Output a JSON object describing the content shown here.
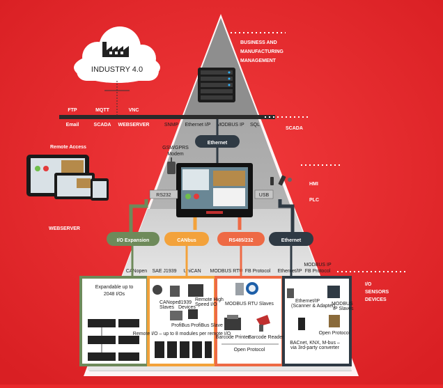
{
  "levels": {
    "business": [
      "BUSINESS AND",
      "MANUFACTURING",
      "MANAGEMENT"
    ],
    "scada": "SCADA",
    "hmi": "HMI",
    "plc": "PLC",
    "io": [
      "I/O",
      "SENSORS",
      "DEVICES"
    ]
  },
  "cloud": {
    "title": "INDUSTRY 4.0"
  },
  "services": {
    "ftp": "FTP",
    "mqtt": "MQTT",
    "vnc": "VNC",
    "email": "Email",
    "scada": "SCADA",
    "webserver": "WEBSERVER"
  },
  "top_protocols": [
    "SNMP",
    "Ethernet I/P",
    "MODBUS IP",
    "SQL"
  ],
  "ethernet_top": "Ethernet",
  "gsm": [
    "GSM/GPRS",
    "Modem"
  ],
  "remote_access": "Remote Access",
  "webserver_side": "WEBSERVER",
  "ports": {
    "rs232": "RS232",
    "usb": "USB"
  },
  "buses": [
    "I/O Expansion",
    "CANbus",
    "RS485/232",
    "Ethernet"
  ],
  "bus_protocols": {
    "canopen": "CANopen",
    "j1939": "SAE J1939",
    "unican": "UniCAN",
    "modbus_rtu": "MODBUS RTU",
    "fb_protocol": "FB Protocol",
    "ethernet_ip": "Ethernet/IP",
    "modbus_ip": "MODBUS IP",
    "fb_protocol2": "FB Protocol"
  },
  "panels": {
    "expansion": [
      "Expandable up to",
      "2048 I/Os"
    ],
    "canbus": {
      "canopen_slaves": [
        "CANopen",
        "Slaves"
      ],
      "j1939_devices": [
        "J1939",
        "Devices"
      ],
      "remote_hs": [
        "Remote High",
        "Speed I/O"
      ],
      "profibus": "ProfiBus",
      "profibus_slave": "ProfiBus Slave",
      "remote_io": "Remote I/O – up to 8 modules per remote I/O"
    },
    "rs485": {
      "modbus_rtu_slaves": "MODBUS RTU Slaves",
      "barcode_printer": "Barcode Printer",
      "barcode_reader": "Barcode Reader",
      "open_protocol": "Open Protocol"
    },
    "ethernet": {
      "ethernet_ip_scanner": [
        "Ethernet/IP",
        "(Scanner & Adapter)"
      ],
      "modbus_ip_slaves": [
        "MODBUS",
        "IP Slaves"
      ],
      "open_protocol": "Open Protocol",
      "bacnet": [
        "BACnet, KNX, M-bus –",
        "via 3rd-party converter"
      ]
    }
  },
  "colors": {
    "background": "#e8282b",
    "io_expansion": "#6e8a5a",
    "canbus": "#f3a23b",
    "rs485": "#ee6a45",
    "ethernet": "#2f3a44"
  }
}
